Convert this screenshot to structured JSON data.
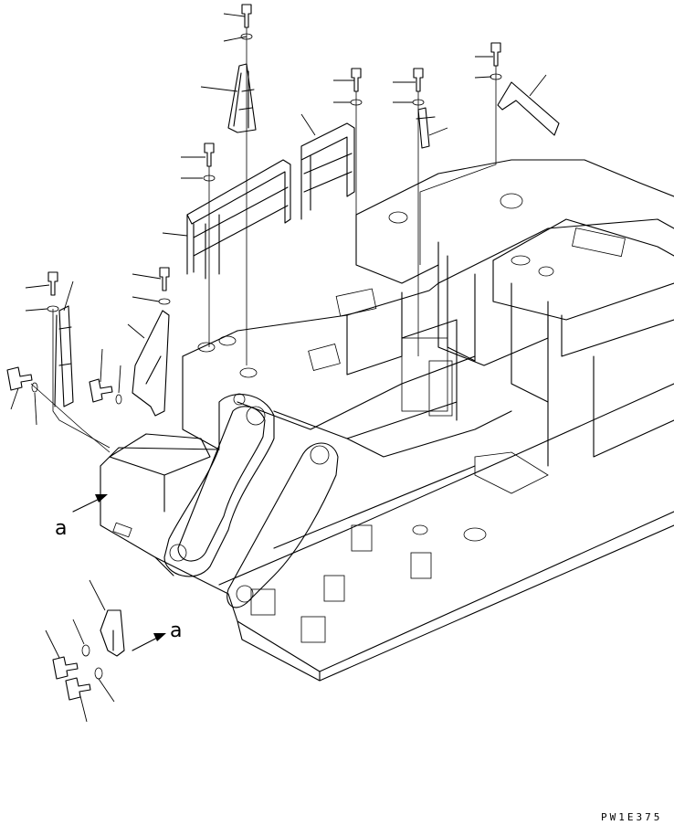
{
  "drawing": {
    "view_labels": [
      "a",
      "a"
    ],
    "drawing_code": "PW1E375"
  }
}
